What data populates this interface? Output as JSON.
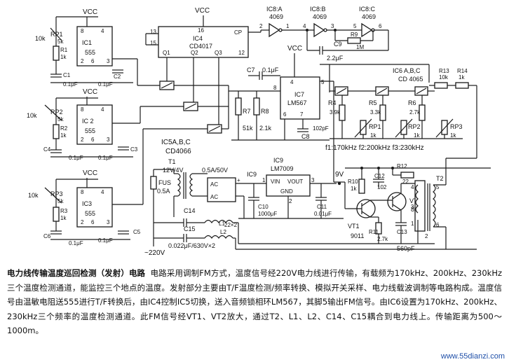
{
  "supply": {
    "vcc": "VCC",
    "v9": "9V",
    "mains": "~220V"
  },
  "timers": [
    {
      "ic": "IC1",
      "part": "555",
      "rp": "RP1",
      "rp_val": "5k",
      "r": "R1",
      "r_val": "1k",
      "pot": "10k",
      "c_a": "C1",
      "c_b": "C2",
      "cap": "0.1μF",
      "c_label": "0.1μF"
    },
    {
      "ic": "IC 2",
      "part": "555",
      "rp": "RP2",
      "rp_val": "5k",
      "r": "R2",
      "r_val": "1k",
      "pot": "10k",
      "c_a": "C4",
      "c_b": "C3",
      "cap": "0.1μF",
      "c_label": "0.1μF"
    },
    {
      "ic": "IC3",
      "part": "555",
      "rp": "RP3",
      "rp_val": "5k",
      "r": "R3",
      "r_val": "1k",
      "pot": "10k",
      "c_a": "C6",
      "c_b": "C5",
      "cap": "0.1μF",
      "c_label": "0.1μF"
    }
  ],
  "ic4": {
    "name": "IC4",
    "part": "CD4017",
    "pins": [
      "16",
      "13",
      "15",
      "CP",
      "Q1",
      "Q2",
      "Q3",
      "12"
    ]
  },
  "ic8": {
    "a": "IC8:A",
    "b": "IC8:B",
    "c": "IC8:C",
    "part": "4069",
    "c9": "C9",
    "c9_val": "2.2μF",
    "r9": "R9",
    "r9_val": "1M",
    "pins": [
      "1",
      "2",
      "3",
      "4",
      "5",
      "6"
    ]
  },
  "ic5": {
    "name": "IC5A,B,C",
    "part": "CD4066"
  },
  "ic7": {
    "name": "IC7",
    "part": "LM567",
    "c7": "C7",
    "c7_val": "0.1μF",
    "r7": "R7",
    "r7_val": "51k",
    "r8": "R8",
    "r8_val": "2.1k",
    "c8": "C8",
    "c8_val": "102pF",
    "pins": [
      "4",
      "6",
      "7",
      "8",
      "5"
    ]
  },
  "ic6": {
    "name": "IC6 A,B,C",
    "part": "CD 4065",
    "r13": "R13",
    "r13_val": "10k",
    "r14": "R14",
    "r14_val": "1k"
  },
  "tuning": [
    {
      "r": "R4",
      "r_val": "3.9k",
      "rp": "RP1",
      "rp_val": "1k"
    },
    {
      "r": "R5",
      "r_val": "3.3k",
      "rp": "RP2",
      "rp_val": "1k"
    },
    {
      "r": "R6",
      "r_val": "2.7k",
      "rp": "RP3",
      "rp_val": "1k"
    }
  ],
  "freqs": "f1:170kHz  f2:200kHz f3:230kHz",
  "power": {
    "t1": "T1",
    "t1_val": "12V/4V",
    "fus": "FUS",
    "fus_val": "0.5A",
    "bridge": "0.5A/50V",
    "ac": "AC",
    "ic9": "IC9",
    "reg": "LM7009",
    "pin_in": "VIN",
    "pin_out": "VOUT",
    "pin_gnd": "GND",
    "c10": "C10",
    "c10_val": "1000μF",
    "c11": "C11",
    "c11_val": "0.01μF",
    "pins": [
      "1",
      "3",
      "2"
    ]
  },
  "coupling": {
    "c14": "C14",
    "c15": "C15",
    "l": "L1",
    "l2": "L2",
    "l_val": "22×2",
    "c_val": "0.022μF/630V×2"
  },
  "driver": {
    "r10": "R10",
    "r10_val": "1k",
    "c12": "C12",
    "c12_val": "102",
    "r12": "R12",
    "r12_val": "22",
    "vt1": "VT1",
    "vt1_part": "9011",
    "vt2": "VT2",
    "vt2_part": "8050",
    "r11": "R11",
    "r11_val": "2.7k",
    "c13": "C13",
    "c13_val": "560pF",
    "t2": "T2",
    "t2_pins": [
      "5",
      "4",
      "6",
      "3",
      "1",
      "2"
    ]
  },
  "caption": {
    "title": "电力线传输温度巡回检测（发射）电路",
    "body": "电路采用调制FM方式，温度信号经220V电力线进行传输，有载频为170kHz、200kHz、230kHz三个温度检测通道，能监控三个地点的温度。发射部分主要由T/F温度检测/频率转换、模拟开关采样、电力线载波调制等电路构成。温度信号由温敏电阻送555进行T/F转换后，由IC4控制IC5切换，送入音频锁相环LM567，其脚5输出FM信号。由IC6设置为170kHz、200kHz、230kHz三个频率的温度检测通道。此FM信号经VT1、VT2放大，通过T2、L1、L2、C14、C15耦合到电力线上。传输距离为500～1000m。"
  },
  "watermark": "www.55dianzi.com"
}
